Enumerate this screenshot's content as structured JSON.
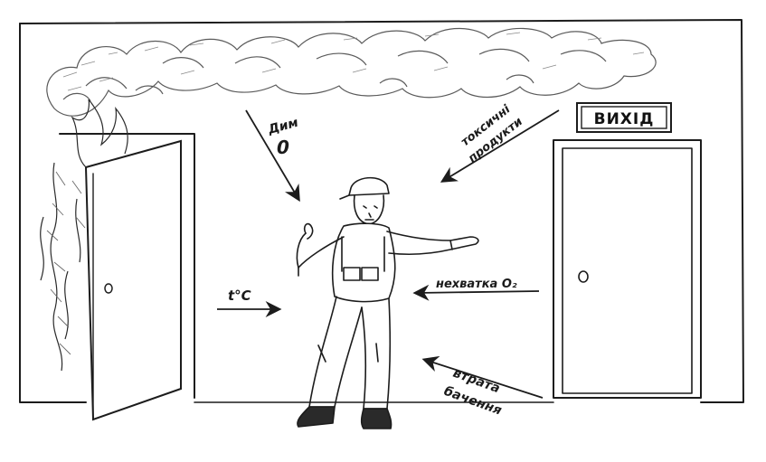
{
  "exit_sign": {
    "label": "ВИХІД"
  },
  "labels": {
    "smoke": "Дим",
    "smoke_symbol": "0",
    "toxic_line1": "токсичні",
    "toxic_line2": "продукти",
    "temperature": "t°С",
    "oxygen_shortage": "нехватка О₂",
    "visibility_line1": "втрата",
    "visibility_line2": "бачення"
  },
  "colors": {
    "ink": "#1c1c1c",
    "paper": "#ffffff",
    "smoke_gray": "#7a7a7a"
  },
  "icons": {
    "burning_door": "burning-door-icon",
    "exit_door": "exit-door-icon",
    "person": "worker-figure-icon",
    "smoke": "smoke-cloud-icon",
    "arrow": "arrow-icon"
  }
}
